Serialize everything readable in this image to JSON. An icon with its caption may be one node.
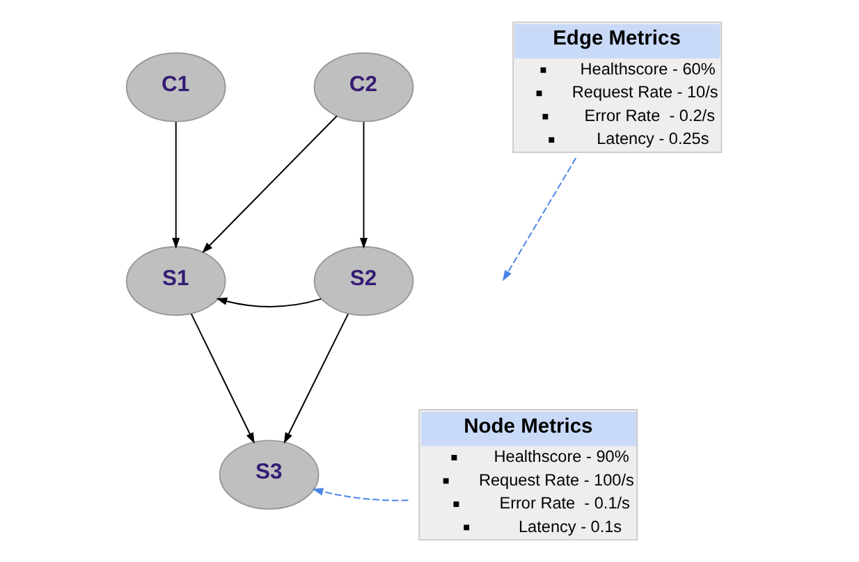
{
  "diagram": {
    "nodes": [
      {
        "text": [
          "C1"
        ]
      },
      {
        "text": [
          "C2"
        ]
      },
      {
        "text": [
          "S1"
        ]
      },
      {
        "text": [
          "S2"
        ]
      },
      {
        "text": [
          "S3"
        ]
      },
      {
        "text": [
          "Edge Metrics",
          "Healthscore - 60%",
          "Request Rate - 10/s",
          "Error Rate  - 0.2/s",
          "Latency - 0.25s"
        ]
      },
      {
        "text": [
          "Node Metrics",
          "Healthscore - 90%",
          "Request Rate - 100/s",
          "Error Rate  - 0.1/s",
          "Latency - 0.1s"
        ]
      }
    ],
    "edges": [
      {
        "from": 0,
        "to": 2,
        "arrow": "to"
      },
      {
        "from": 1,
        "to": 2,
        "arrow": "to"
      },
      {
        "from": 1,
        "to": 3,
        "arrow": "to"
      },
      {
        "from": 3,
        "to": 2,
        "arrow": "to"
      },
      {
        "from": 2,
        "to": 4,
        "arrow": "to"
      },
      {
        "from": 3,
        "to": 4,
        "arrow": "to"
      },
      {
        "from": 5,
        "to": null,
        "arrow": "to",
        "style": "dashed",
        "color": "#4a86e8"
      },
      {
        "from": 6,
        "to": 4,
        "arrow": "to",
        "style": "dashed",
        "color": "#4a86e8"
      }
    ]
  }
}
